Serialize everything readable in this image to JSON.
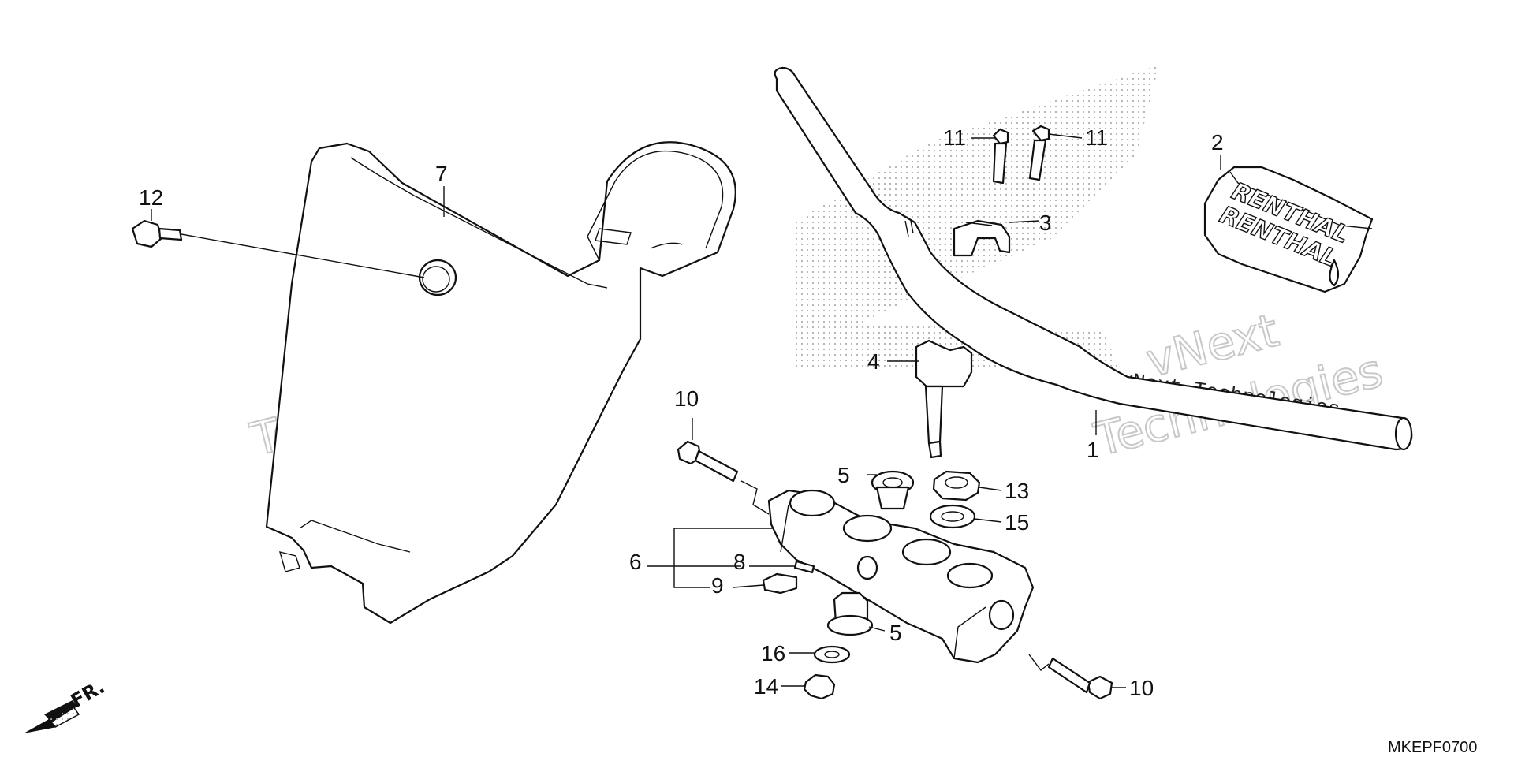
{
  "diagram": {
    "drawing_code": "MKEPF0700",
    "direction_label": "FR.",
    "brand_text": "RENTHAL",
    "watermark": {
      "line1": "vNext",
      "line2": "Technologies",
      "caption": "vNext Technologies"
    },
    "callouts": [
      "1",
      "2",
      "3",
      "4",
      "5",
      "5",
      "6",
      "7",
      "8",
      "9",
      "10",
      "10",
      "11",
      "11",
      "12",
      "13",
      "14",
      "15",
      "16"
    ],
    "colors": {
      "line": "#111111",
      "background": "#ffffff",
      "halftone": "#b0b0b0"
    }
  }
}
